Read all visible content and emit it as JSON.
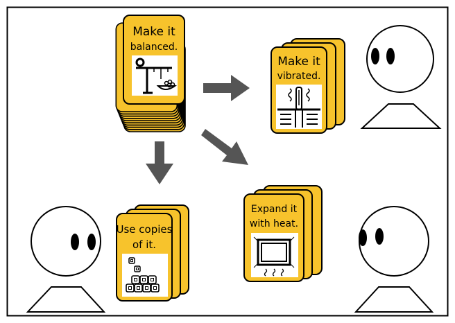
{
  "colors": {
    "card_fill": "#f7c32c",
    "outline": "#000000",
    "arrow": "#555555",
    "face": "#ffffff",
    "background": "#ffffff"
  },
  "cards": {
    "balance": {
      "line1": "Make it",
      "line2": "balanced.",
      "icon": "crane-scale-icon"
    },
    "vibrate": {
      "line1": "Make it",
      "line2": "vibrated.",
      "icon": "vibration-icon"
    },
    "copies": {
      "line1": "Use copies",
      "line2": "of it.",
      "icon": "stacked-blocks-icon"
    },
    "heat": {
      "line1": "Expand it",
      "line2": "with heat.",
      "icon": "thermal-expansion-icon"
    }
  },
  "arrows": [
    "arrow-right",
    "arrow-down",
    "arrow-diagonal"
  ],
  "people": [
    "person-top-right",
    "person-bottom-left",
    "person-bottom-right"
  ]
}
